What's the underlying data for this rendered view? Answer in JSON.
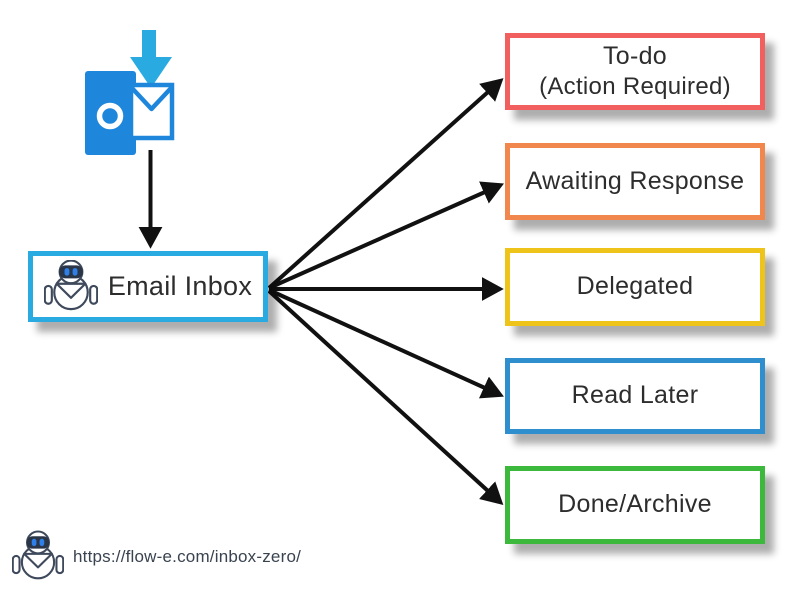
{
  "hub": {
    "label": "Email Inbox",
    "border_color": "#29ABE2",
    "icon": "flow-e-robot-icon"
  },
  "categories": [
    {
      "label": "To-do",
      "sublabel": "(Action Required)",
      "border_color": "#F15F5F"
    },
    {
      "label": "Awaiting Response",
      "sublabel": "",
      "border_color": "#F2874D"
    },
    {
      "label": "Delegated",
      "sublabel": "",
      "border_color": "#EEC31A"
    },
    {
      "label": "Read Later",
      "sublabel": "",
      "border_color": "#2F8FCE"
    },
    {
      "label": "Done/Archive",
      "sublabel": "",
      "border_color": "#3CB83C"
    }
  ],
  "icons": {
    "outlook": "outlook-logo-icon",
    "download_arrow": "download-arrow-icon",
    "robot": "flow-e-robot-icon"
  },
  "connector_color": "#111111",
  "footer": {
    "url": "https://flow-e.com/inbox-zero/"
  }
}
